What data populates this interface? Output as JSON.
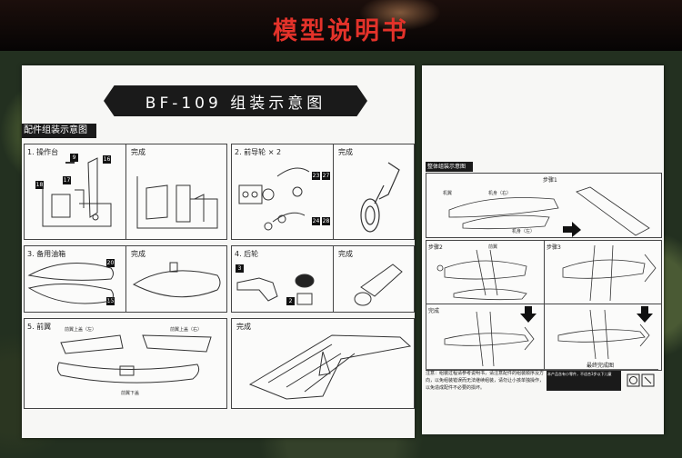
{
  "banner": {
    "title": "模型说明书"
  },
  "left_sheet": {
    "title": "BF-109 组装示意图",
    "section": "配件组装示意图",
    "panels": {
      "p1": {
        "label": "1. 操作台",
        "done": "完成",
        "nums": [
          "9",
          "16",
          "17",
          "18"
        ]
      },
      "p2": {
        "label": "2. 前导轮 × 2",
        "done": "完成",
        "nums": [
          "23",
          "27",
          "24",
          "28"
        ]
      },
      "p3": {
        "label": "3. 备用油箱",
        "done": "完成",
        "nums": [
          "20",
          "15"
        ]
      },
      "p4": {
        "label": "4. 后轮",
        "done": "完成",
        "nums": [
          "3",
          "2"
        ]
      },
      "p5": {
        "label": "5. 前翼",
        "done": "完成",
        "upper_left": "前翼上盖（左）",
        "upper_right": "前翼上盖（右）",
        "lower": "前翼下盖"
      }
    }
  },
  "right_sheet": {
    "section": "整体组装示意图",
    "step1": "步骤1",
    "step2": "步骤2",
    "step3": "步骤3",
    "done": "完成",
    "final_done": "最终完成图",
    "small_labels": [
      "机翼",
      "机身（右）",
      "机身（左）",
      "前翼"
    ],
    "notice": "注意：组装过程请参考说明书，请注意配件的组装顺序及方向，以免组装错误而无法继续组装，请勿让小孩单独操作，以免造成配件不必要的损坏。",
    "warning_box": "本产品含有小零件，不适合3岁以下儿童"
  },
  "colors": {
    "banner_title": "#e3322a",
    "paper": "#f7f7f5",
    "ink": "#1a1a1a",
    "camo": "#233020"
  }
}
